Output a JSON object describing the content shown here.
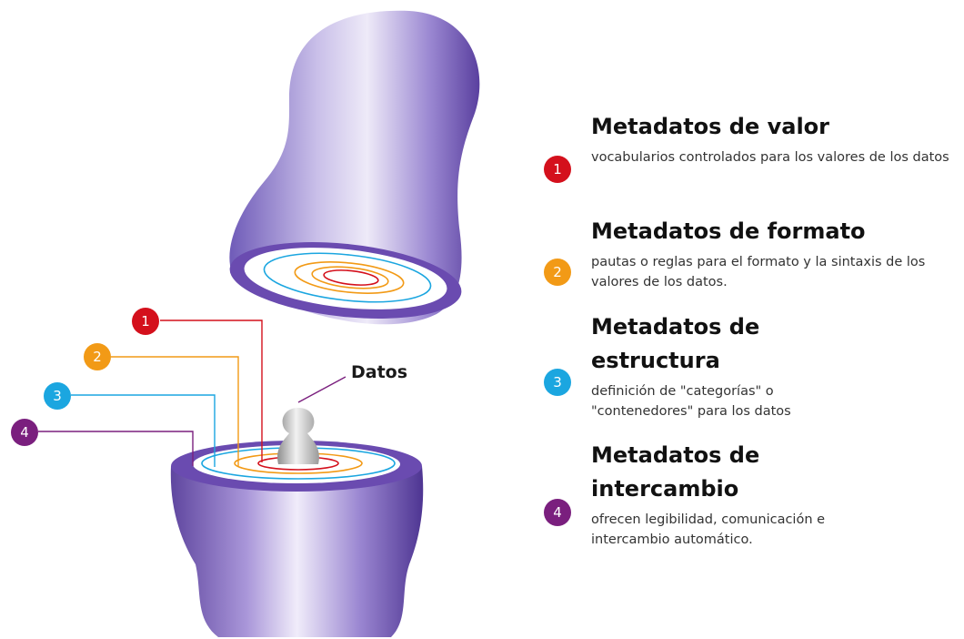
{
  "colors": {
    "doll_light": "#e6e1f4",
    "doll_mid": "#a794d6",
    "doll_dark": "#5b3f9e",
    "rim": "#6a4bb0",
    "red": "#d4101c",
    "orange": "#f29a16",
    "cyan": "#1ba6e0",
    "purple": "#7a1f7e"
  },
  "core_label": "Datos",
  "items": [
    {
      "number": "1",
      "color": "#d4101c",
      "title": "Metadatos de valor",
      "description": "vocabularios controlados para los valores de los datos"
    },
    {
      "number": "2",
      "color": "#f29a16",
      "title": "Metadatos de formato",
      "description": "pautas o reglas para el formato y la sintaxis de los valores de los datos."
    },
    {
      "number": "3",
      "color": "#1ba6e0",
      "title": "Metadatos de estructura",
      "description": "definición de \"categorías\" o \"contenedores\" para los datos"
    },
    {
      "number": "4",
      "color": "#7a1f7e",
      "title": "Metadatos de intercambio",
      "description": "ofrecen legibilidad, comunicación e intercambio automático."
    }
  ]
}
